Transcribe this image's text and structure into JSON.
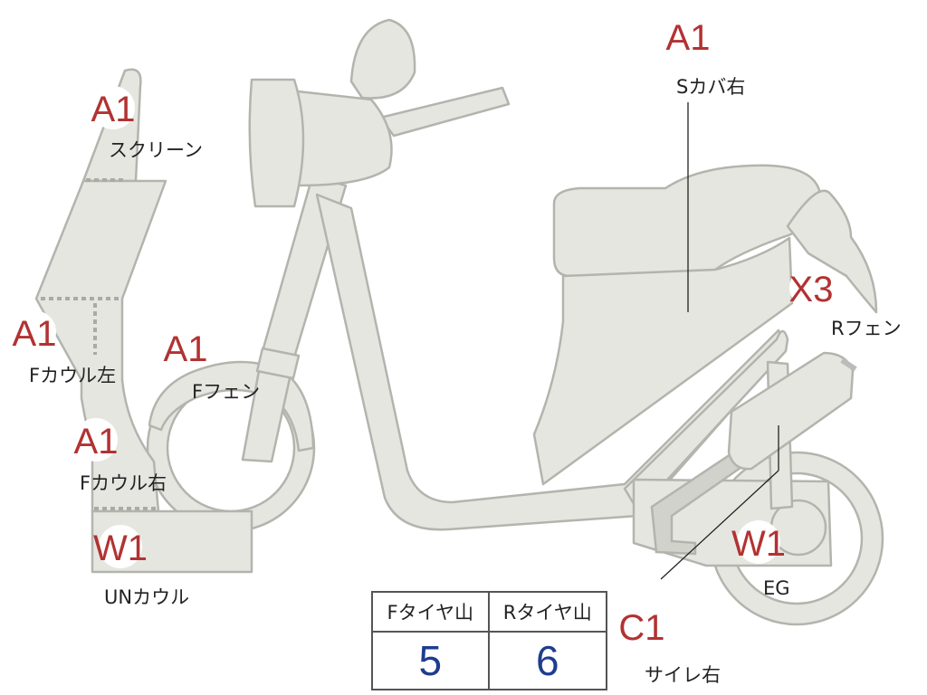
{
  "labels": [
    {
      "id": "screen",
      "grade": "A1",
      "part": "スクリーン"
    },
    {
      "id": "fcowl-l",
      "grade": "A1",
      "part": "Fカウル左"
    },
    {
      "id": "fender-f",
      "grade": "A1",
      "part": "Fフェン"
    },
    {
      "id": "fcowl-r",
      "grade": "A1",
      "part": "Fカウル右"
    },
    {
      "id": "undercowl",
      "grade": "W1",
      "part": "UNカウル"
    },
    {
      "id": "scover-r",
      "grade": "A1",
      "part": "Sカバ右"
    },
    {
      "id": "fender-r",
      "grade": "X3",
      "part": "Rフェン"
    },
    {
      "id": "engine",
      "grade": "W1",
      "part": "EG"
    },
    {
      "id": "muffler-r",
      "grade": "C1",
      "part": "サイレ右"
    }
  ],
  "tread_table": {
    "headers": [
      "Fタイヤ山",
      "Rタイヤ山"
    ],
    "values": [
      "5",
      "6"
    ]
  },
  "colors": {
    "part_fill": "#e6e6e1",
    "part_stroke": "#b4b4ae",
    "grade_text": "#b23232",
    "tread_value": "#1e3d8f"
  }
}
